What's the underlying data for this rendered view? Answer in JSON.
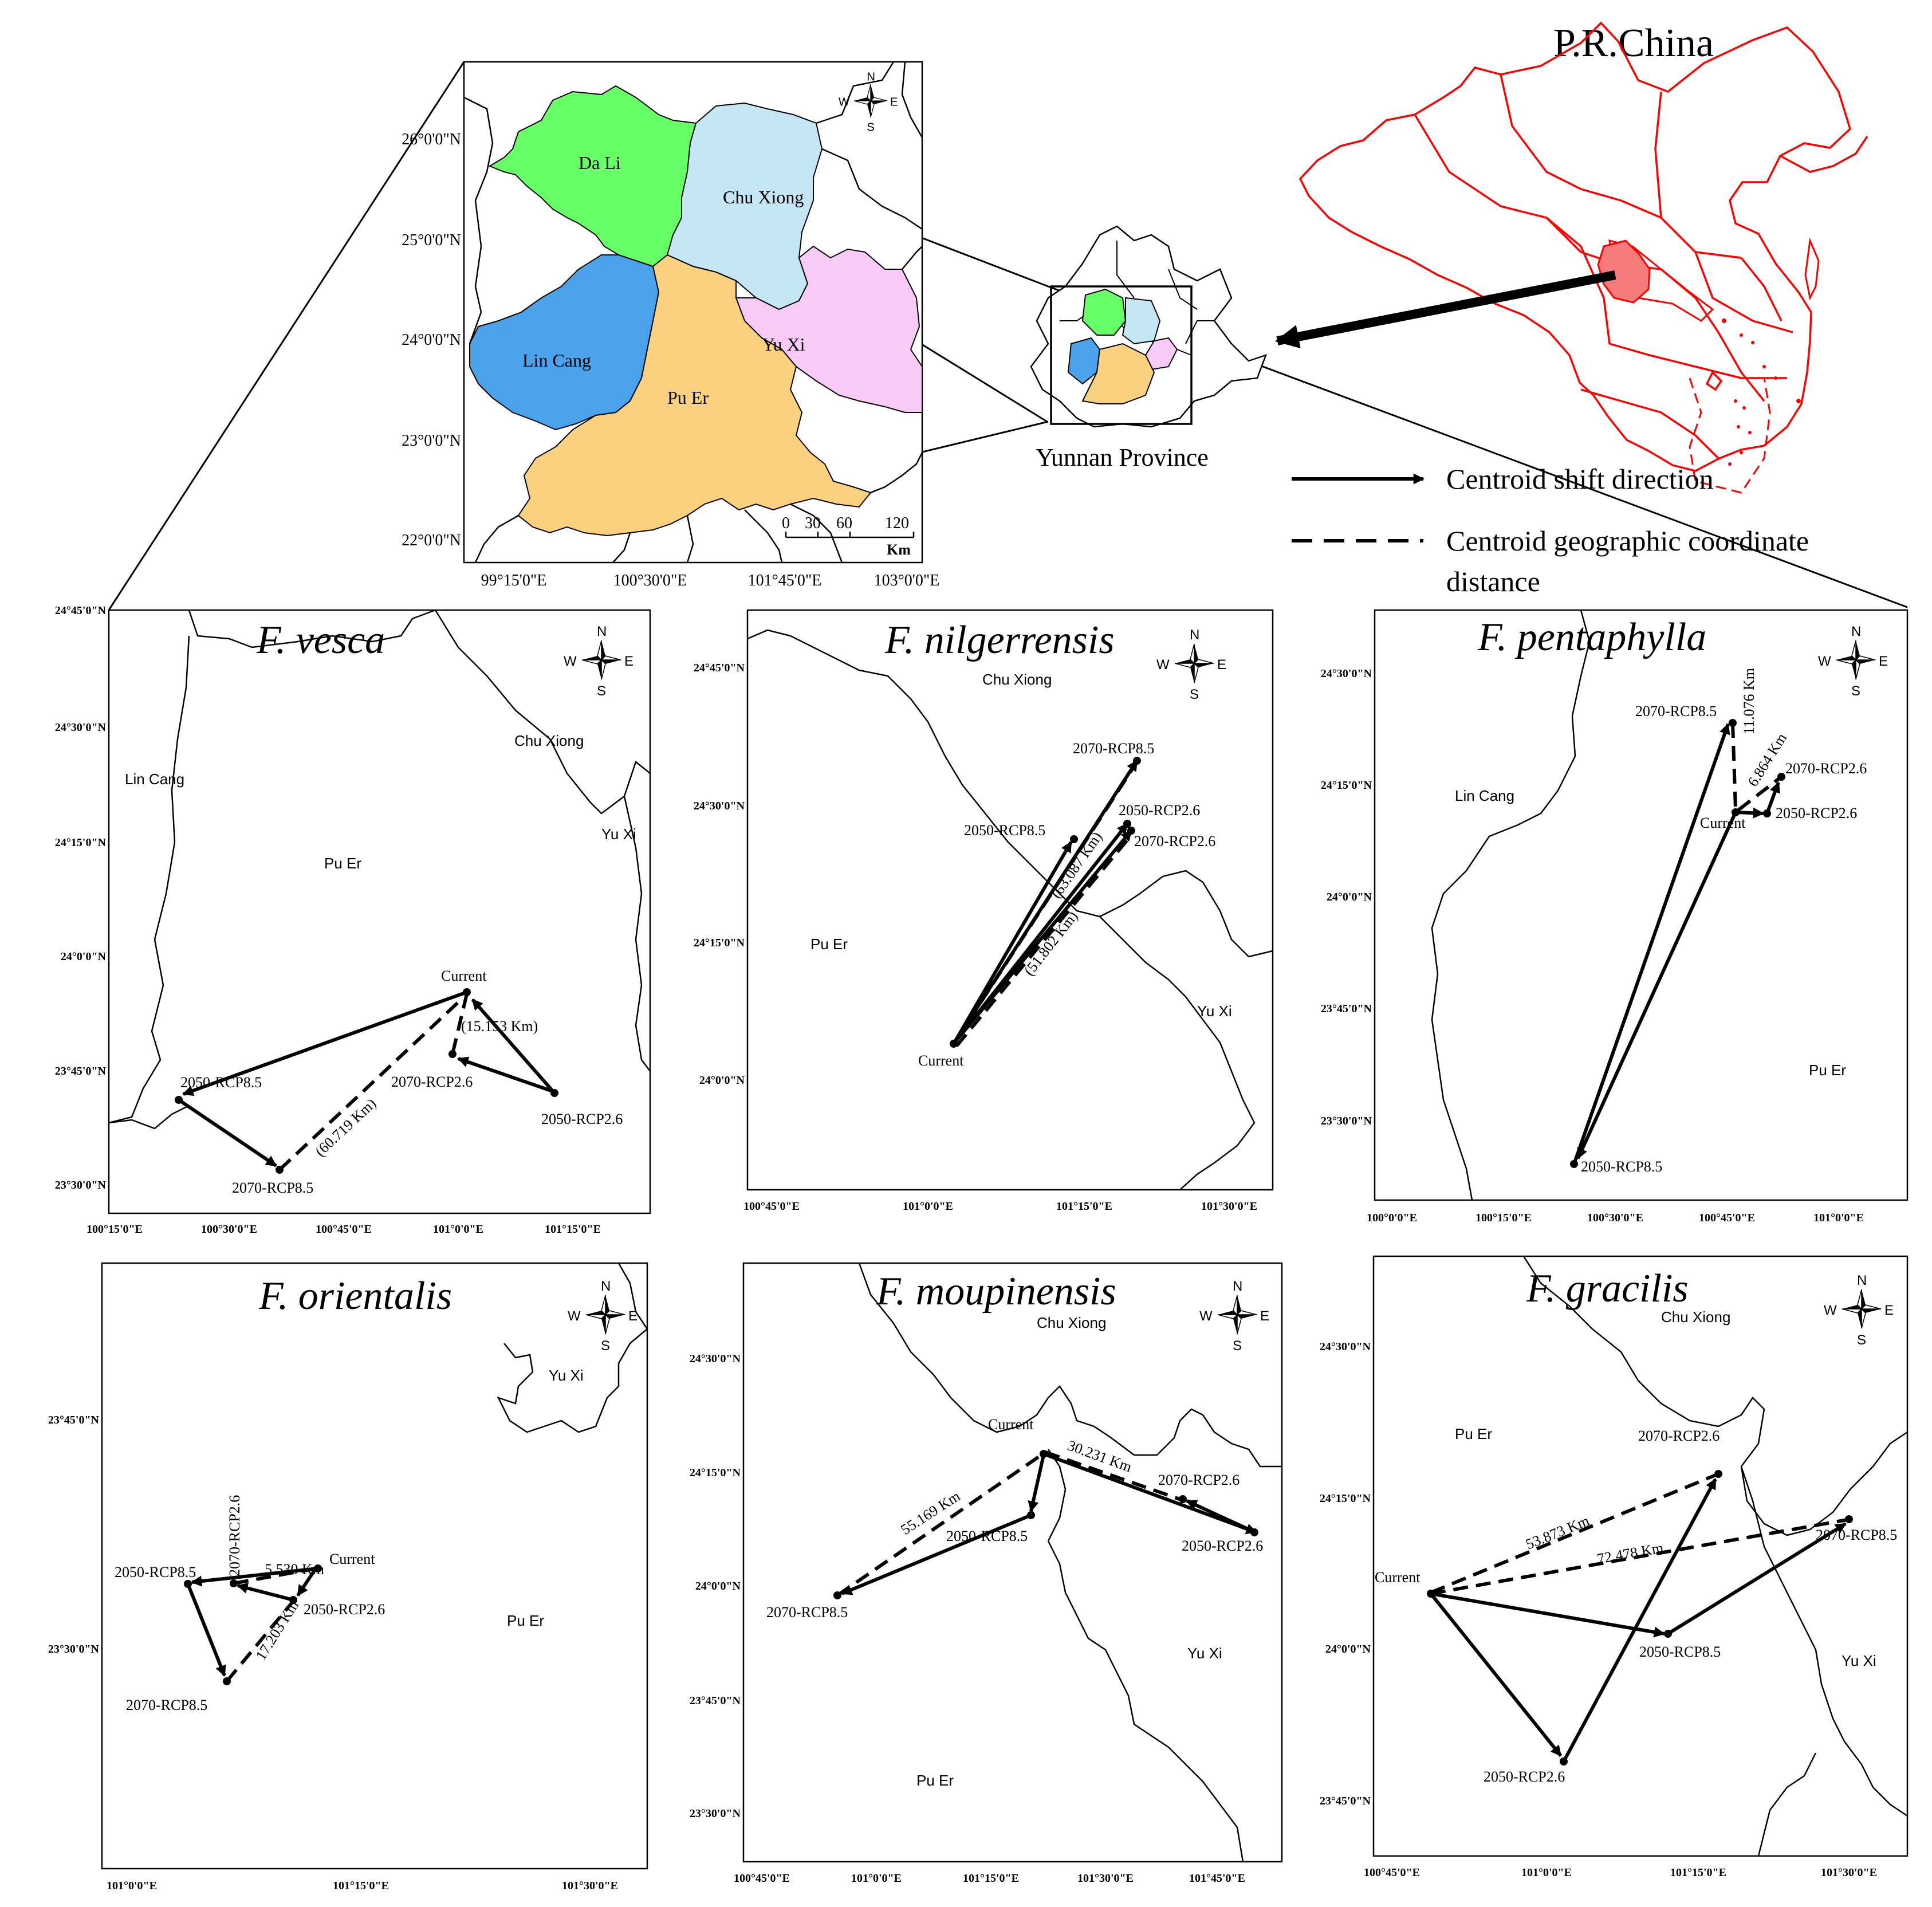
{
  "china_title": "P.R.China",
  "yunnan_label": "Yunnan Province",
  "overview": {
    "regions": [
      "Da Li",
      "Chu Xiong",
      "Lin Cang",
      "Yu Xi",
      "Pu Er"
    ],
    "lat_ticks": [
      "26°0'0\"N",
      "25°0'0\"N",
      "24°0'0\"N",
      "23°0'0\"N",
      "22°0'0\"N"
    ],
    "lon_ticks": [
      "99°15'0\"E",
      "100°30'0\"E",
      "101°45'0\"E",
      "103°0'0\"E"
    ],
    "scale_numbers": [
      "0",
      "30",
      "60",
      "120"
    ],
    "scale_unit": "Km"
  },
  "compass": {
    "n": "N",
    "s": "S",
    "e": "E",
    "w": "W"
  },
  "legend": {
    "solid": "Centroid shift direction",
    "dashed_line1": "Centroid geographic coordinate",
    "dashed_line2": "distance"
  },
  "panels": [
    {
      "title": "F. vesca",
      "lat_ticks": [
        "24°45'0\"N",
        "24°30'0\"N",
        "24°15'0\"N",
        "24°0'0\"N",
        "23°45'0\"N",
        "23°30'0\"N"
      ],
      "lon_ticks": [
        "100°15'0\"E",
        "100°30'0\"E",
        "100°45'0\"E",
        "101°0'0\"E",
        "101°15'0\"E"
      ],
      "regions": [
        "Lin Cang",
        "Chu Xiong",
        "Yu Xi",
        "Pu Er"
      ],
      "points": [
        "Current",
        "2050-RCP8.5",
        "2070-RCP8.5",
        "2070-RCP2.6",
        "2050-RCP2.6"
      ],
      "distances": [
        "(15.153 Km)",
        "(60.719 Km)"
      ]
    },
    {
      "title": "F. nilgerrensis",
      "lat_ticks": [
        "24°45'0\"N",
        "24°30'0\"N",
        "24°15'0\"N",
        "24°0'0\"N"
      ],
      "lon_ticks": [
        "100°45'0\"E",
        "101°0'0\"E",
        "101°15'0\"E",
        "101°30'0\"E"
      ],
      "regions": [
        "Chu Xiong",
        "Pu Er",
        "Yu Xi"
      ],
      "points": [
        "2070-RCP8.5",
        "2050-RCP2.6",
        "2050-RCP8.5",
        "2070-RCP2.6",
        "Current"
      ],
      "distances": [
        "(63.087 Km)",
        "(51.802 Km)"
      ]
    },
    {
      "title": "F. pentaphylla",
      "lat_ticks": [
        "24°30'0\"N",
        "24°15'0\"N",
        "24°0'0\"N",
        "23°45'0\"N",
        "23°30'0\"N"
      ],
      "lon_ticks": [
        "100°0'0\"E",
        "100°15'0\"E",
        "100°30'0\"E",
        "100°45'0\"E",
        "101°0'0\"E"
      ],
      "regions": [
        "Lin Cang",
        "Pu Er"
      ],
      "points": [
        "2070-RCP8.5",
        "2070-RCP2.6",
        "Current",
        "2050-RCP2.6",
        "2050-RCP8.5"
      ],
      "distances": [
        "11.076 Km",
        "6.864 Km"
      ]
    },
    {
      "title": "F. orientalis",
      "lat_ticks": [
        "23°45'0\"N",
        "23°30'0\"N"
      ],
      "lon_ticks": [
        "101°0'0\"E",
        "101°15'0\"E",
        "101°30'0\"E"
      ],
      "regions": [
        "Yu Xi",
        "Pu Er"
      ],
      "points": [
        "Current",
        "2050-RCP8.5",
        "2070-RCP2.6",
        "2050-RCP2.6",
        "2070-RCP8.5"
      ],
      "distances": [
        "17.203 Km",
        "5.530 Km"
      ]
    },
    {
      "title": "F. moupinensis",
      "lat_ticks": [
        "24°30'0\"N",
        "24°15'0\"N",
        "24°0'0\"N",
        "23°45'0\"N",
        "23°30'0\"N"
      ],
      "lon_ticks": [
        "100°45'0\"E",
        "101°0'0\"E",
        "101°15'0\"E",
        "101°30'0\"E",
        "101°45'0\"E"
      ],
      "regions": [
        "Chu Xiong",
        "Yu Xi",
        "Pu Er"
      ],
      "points": [
        "Current",
        "2070-RCP2.6",
        "2050-RCP2.6",
        "2050-RCP8.5",
        "2070-RCP8.5"
      ],
      "distances": [
        "30.231 Km",
        "55.169 Km"
      ]
    },
    {
      "title": "F. gracilis",
      "lat_ticks": [
        "24°30'0\"N",
        "24°15'0\"N",
        "24°0'0\"N",
        "23°45'0\"N"
      ],
      "lon_ticks": [
        "100°45'0\"E",
        "101°0'0\"E",
        "101°15'0\"E",
        "101°30'0\"E"
      ],
      "regions": [
        "Chu Xiong",
        "Pu Er",
        "Yu Xi"
      ],
      "points": [
        "2070-RCP2.6",
        "Current",
        "2070-RCP8.5",
        "2050-RCP8.5",
        "2050-RCP2.6"
      ],
      "distances": [
        "53.873 Km",
        "72.478 Km"
      ]
    }
  ]
}
